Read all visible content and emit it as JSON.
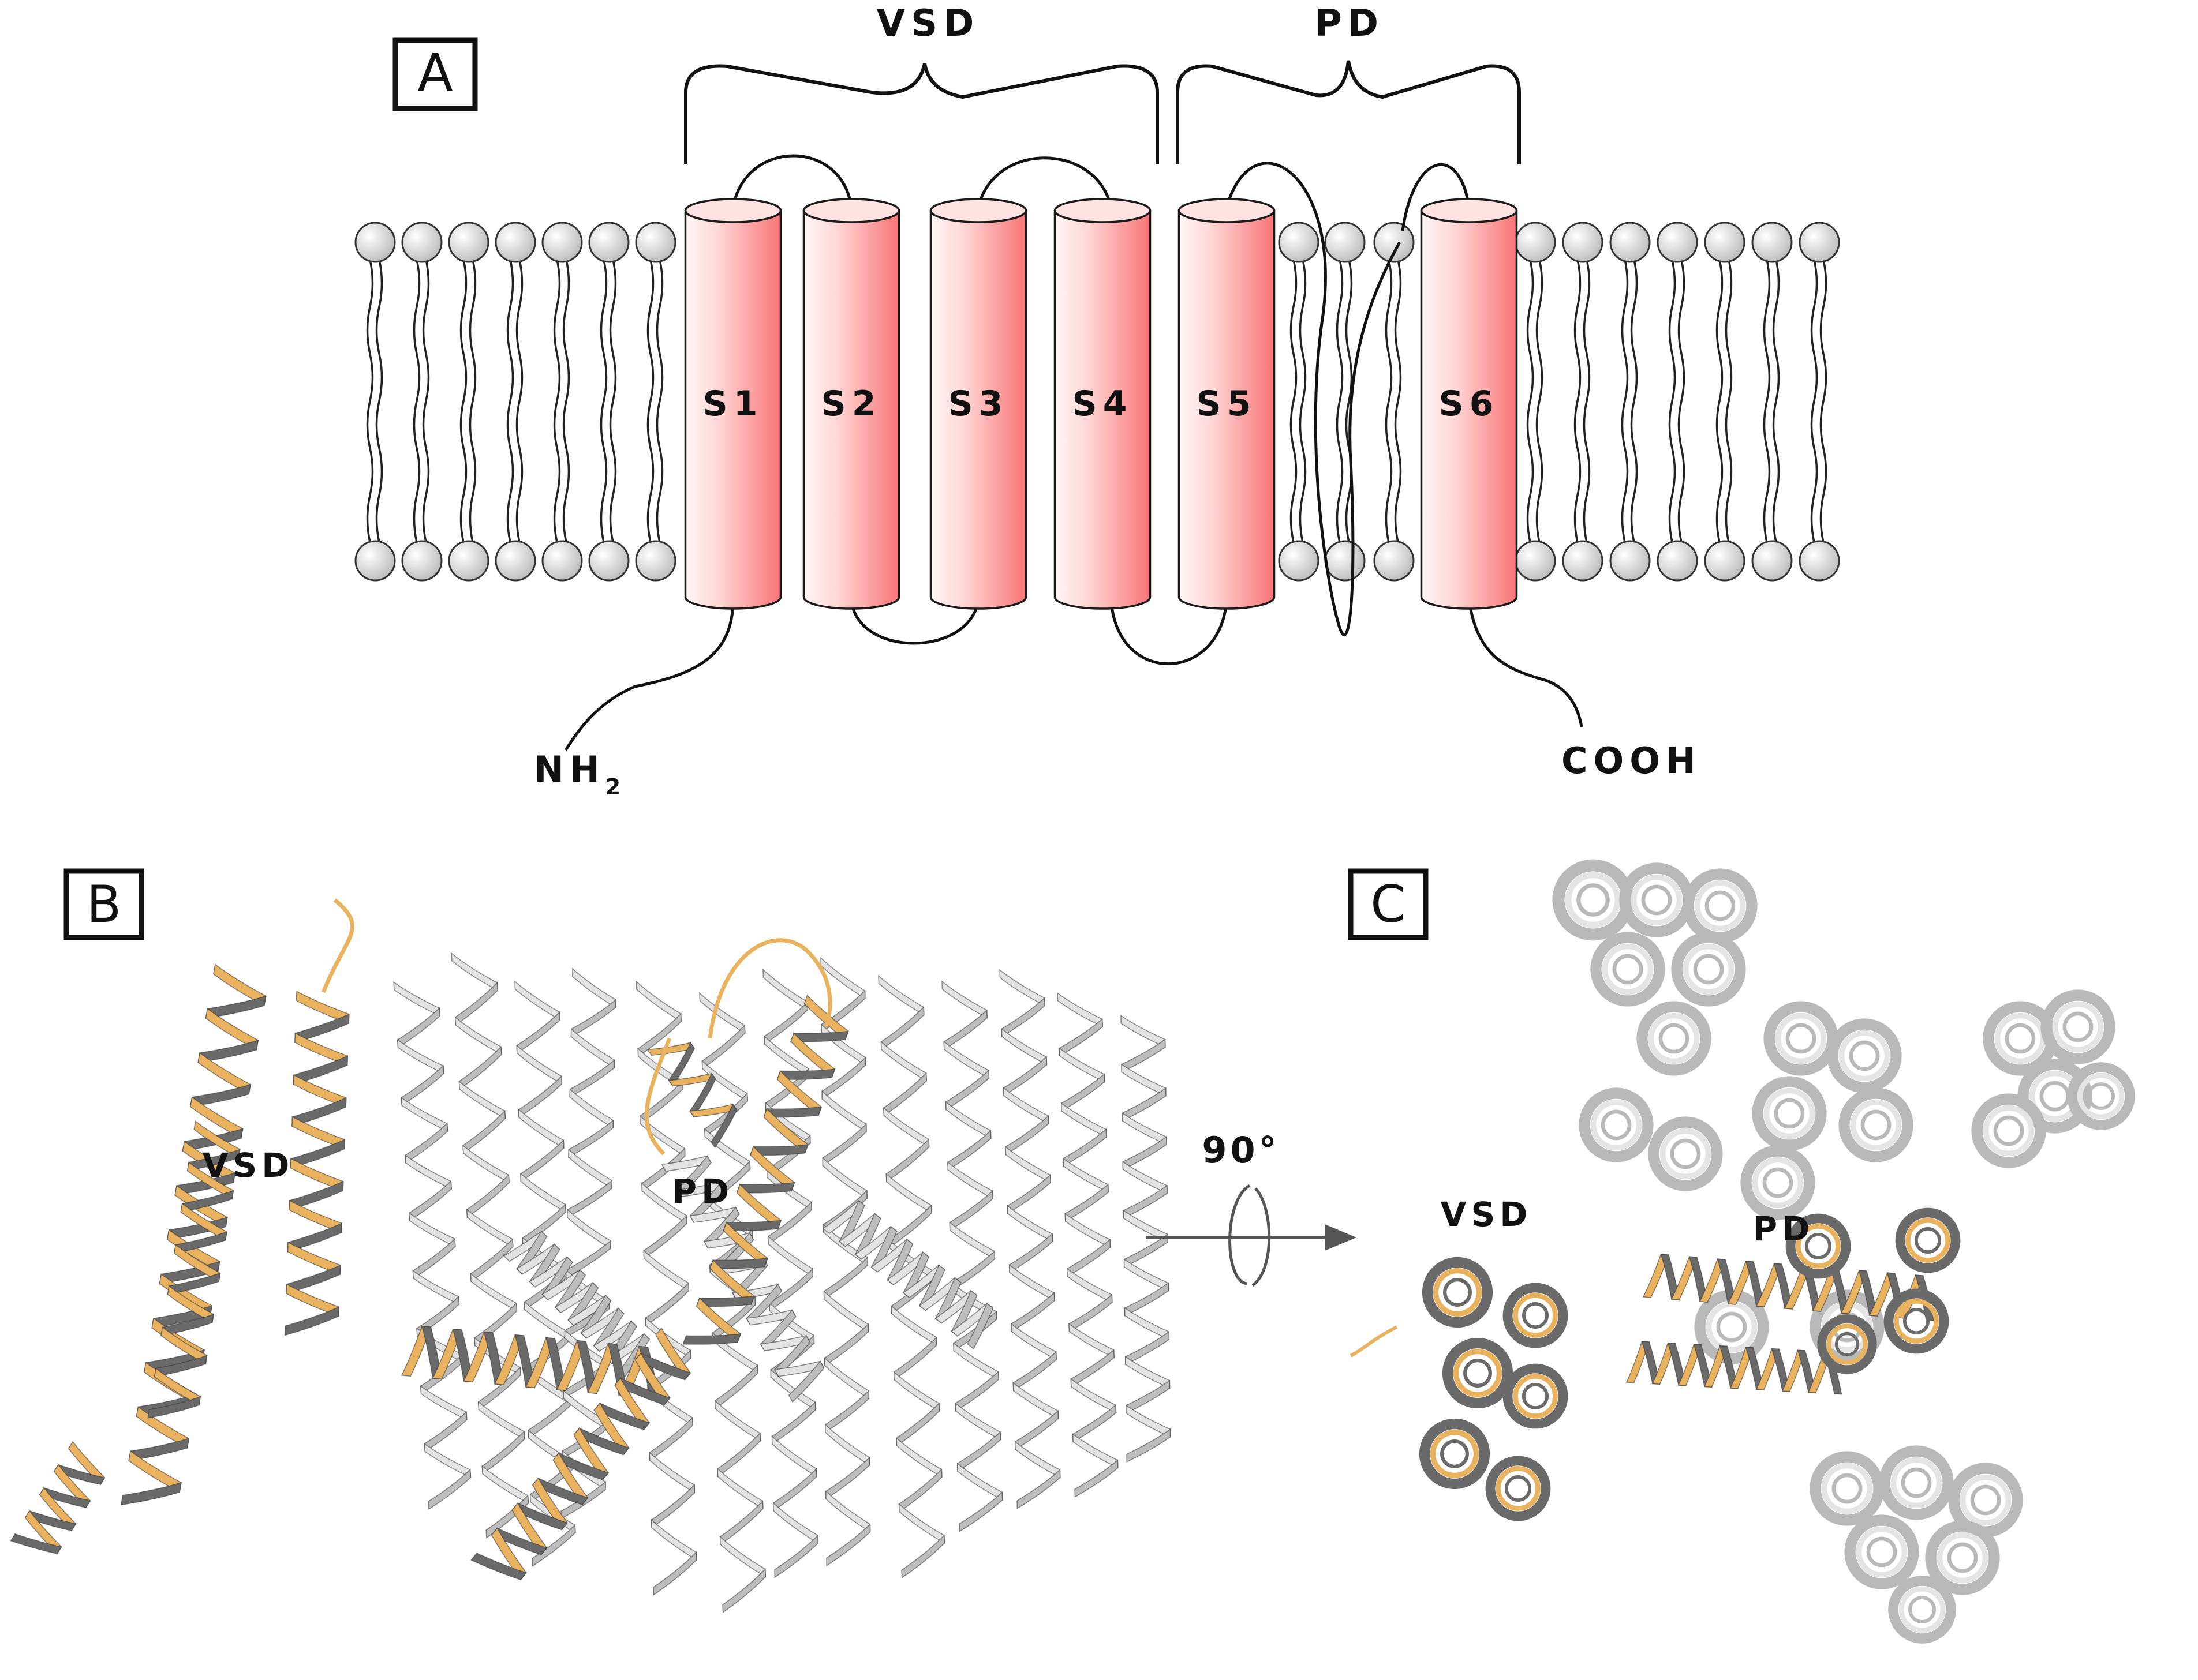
{
  "panels": {
    "a": {
      "letter": "A",
      "domain_labels": {
        "vsd": "VSD",
        "pd": "PD"
      },
      "segments": [
        "S1",
        "S2",
        "S3",
        "S4",
        "S5",
        "S6"
      ],
      "n_terminus": {
        "main": "NH",
        "sub": "2"
      },
      "c_terminus": "COOH"
    },
    "b": {
      "letter": "B",
      "vsd": "VSD",
      "pd": "PD"
    },
    "rotation": "90°",
    "c": {
      "letter": "C",
      "vsd": "VSD",
      "pd": "PD"
    }
  },
  "colors": {
    "helix_fill": "#f87575",
    "helix_highlight": "#fff0f0",
    "gold_ribbon": "#e8b25f",
    "gold_dark": "#6a6a6a",
    "grey_ribbon": "#cfcfcf",
    "outline": "#1a1a1a"
  }
}
